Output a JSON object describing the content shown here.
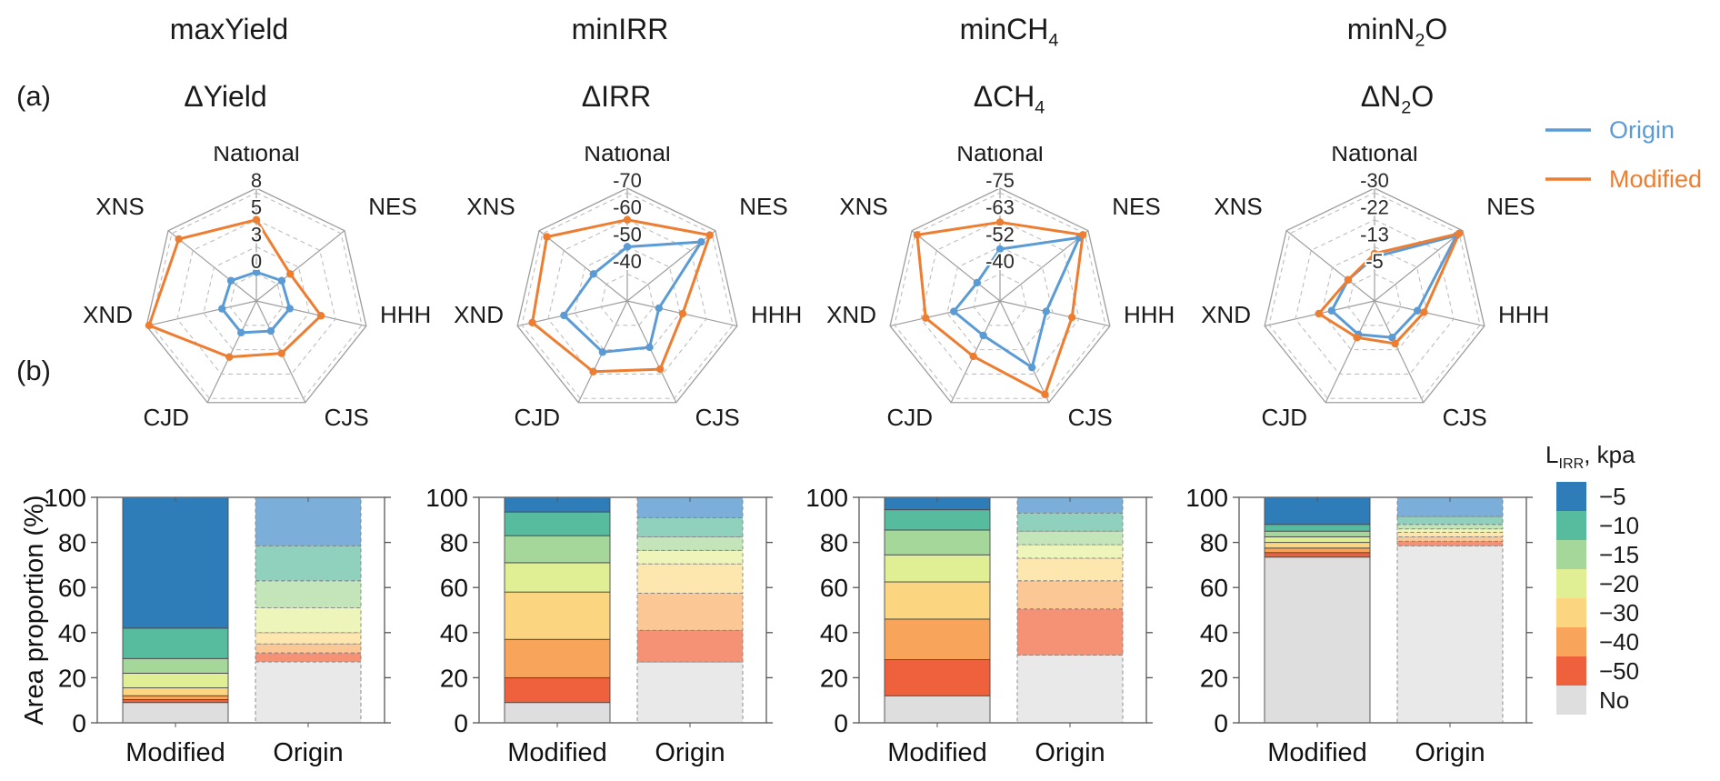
{
  "panels": {
    "a": "(a)",
    "b": "(b)"
  },
  "series_legend": [
    {
      "name": "Origin",
      "label": "Origin",
      "color": "#5B9BD5"
    },
    {
      "name": "Modified",
      "label": "Modified",
      "color": "#ED7D31"
    }
  ],
  "bar_axis": {
    "ylabel": "Area proportion (%)",
    "yticks": [
      0,
      20,
      40,
      60,
      80,
      100
    ],
    "categories": [
      "Modified",
      "Origin"
    ]
  },
  "bar_legend": {
    "title": {
      "pre": "L",
      "sub": "IRR",
      "post": ", kpa"
    },
    "items": [
      {
        "label": "−5",
        "color": "#2F7DB8",
        "origin_color": "#7BAFD9"
      },
      {
        "label": "−10",
        "color": "#57BB9E",
        "origin_color": "#90D1BE"
      },
      {
        "label": "−15",
        "color": "#A5D79B",
        "origin_color": "#C3E5B9"
      },
      {
        "label": "−20",
        "color": "#E0EF93",
        "origin_color": "#EDF5BA"
      },
      {
        "label": "−30",
        "color": "#FBD580",
        "origin_color": "#FDE7AE"
      },
      {
        "label": "−40",
        "color": "#F9A45B",
        "origin_color": "#FBC795"
      },
      {
        "label": "−50",
        "color": "#EE613C",
        "origin_color": "#F59175"
      },
      {
        "label": "No",
        "color": "#DEDEDE",
        "origin_color": "#E9E9E9"
      }
    ]
  },
  "chart_data": [
    {
      "id": "maxYield",
      "title": {
        "pre": "maxYield",
        "sub": "",
        "post": ""
      },
      "subtitle": {
        "pre": "ΔYield",
        "sub": "",
        "post": ""
      },
      "radar": {
        "type": "radar",
        "axes": [
          "National",
          "NES",
          "HHH",
          "CJS",
          "CJD",
          "XND",
          "XNS"
        ],
        "tick_values": [
          0,
          3,
          5,
          8
        ],
        "tick_labels": [
          "0",
          "3",
          "5",
          "8"
        ],
        "series": [
          {
            "name": "Origin",
            "values": [
              0.2,
              0.6,
              0.8,
              0.7,
              0.9,
              0.9,
              0.6
            ]
          },
          {
            "name": "Modified",
            "values": [
              5.0,
              1.8,
              3.9,
              3.3,
              3.6,
              8.2,
              7.0
            ]
          }
        ]
      },
      "bars": {
        "type": "stacked-bar",
        "segments_bottom_to_top": [
          "No",
          "−50",
          "−40",
          "−30",
          "−20",
          "−15",
          "−10",
          "−5"
        ],
        "values": {
          "Modified": [
            9,
            1.3,
            1.7,
            3.5,
            6.5,
            6.5,
            13.5,
            58
          ],
          "Origin": [
            27,
            4,
            4,
            5,
            11,
            12,
            15.5,
            21.5
          ]
        }
      }
    },
    {
      "id": "minIRR",
      "title": {
        "pre": "minIRR",
        "sub": "",
        "post": ""
      },
      "subtitle": {
        "pre": "ΔIRR",
        "sub": "",
        "post": ""
      },
      "radar": {
        "type": "radar",
        "axes": [
          "National",
          "NES",
          "HHH",
          "CJS",
          "CJD",
          "XND",
          "XNS"
        ],
        "tick_values": [
          -40,
          -50,
          -60,
          -70
        ],
        "tick_labels": [
          "-40",
          "-50",
          "-60",
          "-70"
        ],
        "series": [
          {
            "name": "Origin",
            "values": [
              -50,
              -65,
              -42,
              -49,
              -51,
              -54,
              -46
            ]
          },
          {
            "name": "Modified",
            "values": [
              -60,
              -69,
              -51,
              -58,
              -59,
              -66,
              -68
            ]
          }
        ]
      },
      "bars": {
        "type": "stacked-bar",
        "segments_bottom_to_top": [
          "No",
          "−50",
          "−40",
          "−30",
          "−20",
          "−15",
          "−10",
          "−5"
        ],
        "values": {
          "Modified": [
            9,
            11,
            17,
            21,
            13,
            12,
            10.5,
            6.5
          ],
          "Origin": [
            27,
            14,
            16.5,
            13,
            6,
            6,
            8.5,
            9
          ]
        }
      }
    },
    {
      "id": "minCH4",
      "title": {
        "pre": "minCH",
        "sub": "4",
        "post": ""
      },
      "subtitle": {
        "pre": "ΔCH",
        "sub": "4",
        "post": ""
      },
      "radar": {
        "type": "radar",
        "axes": [
          "National",
          "NES",
          "HHH",
          "CJS",
          "CJD",
          "XND",
          "XNS"
        ],
        "tick_values": [
          -40,
          -52,
          -63,
          -75
        ],
        "tick_labels": [
          "-40",
          "-52",
          "-63",
          "-75"
        ],
        "series": [
          {
            "name": "Origin",
            "values": [
              -51,
              -72,
              -49,
              -60,
              -45,
              -49,
              -41
            ]
          },
          {
            "name": "Modified",
            "values": [
              -62,
              -74,
              -60,
              -73,
              -55,
              -61,
              -74
            ]
          }
        ]
      },
      "bars": {
        "type": "stacked-bar",
        "segments_bottom_to_top": [
          "No",
          "−50",
          "−40",
          "−30",
          "−20",
          "−15",
          "−10",
          "−5"
        ],
        "values": {
          "Modified": [
            12,
            16,
            18,
            16.5,
            12,
            11,
            9,
            5.5
          ],
          "Origin": [
            30,
            20.5,
            12.5,
            10,
            6,
            6,
            8,
            7
          ]
        }
      }
    },
    {
      "id": "minN2O",
      "title": {
        "pre": "minN",
        "sub": "2",
        "post": "O"
      },
      "subtitle": {
        "pre": "ΔN",
        "sub": "2",
        "post": "O"
      },
      "radar": {
        "type": "radar",
        "axes": [
          "National",
          "NES",
          "HHH",
          "CJS",
          "CJD",
          "XND",
          "XNS"
        ],
        "tick_values": [
          -5,
          -13,
          -22,
          -30
        ],
        "tick_labels": [
          "-5",
          "-13",
          "-22",
          "-30"
        ],
        "series": [
          {
            "name": "Origin",
            "values": [
              -10,
              -29,
              -10,
              -9,
              -8,
              -10,
              -7
            ]
          },
          {
            "name": "Modified",
            "values": [
              -11,
              -30,
              -12,
              -11,
              -9,
              -14,
              -7
            ]
          }
        ]
      },
      "bars": {
        "type": "stacked-bar",
        "segments_bottom_to_top": [
          "No",
          "−50",
          "−40",
          "−30",
          "−20",
          "−15",
          "−10",
          "−5"
        ],
        "values": {
          "Modified": [
            73.5,
            2,
            2,
            2.5,
            2.5,
            2.5,
            3,
            12
          ],
          "Origin": [
            78.5,
            2,
            2,
            2,
            1.5,
            2,
            3.5,
            8.5
          ]
        }
      }
    }
  ],
  "layout_note_grid_color": "#B9B9B9"
}
